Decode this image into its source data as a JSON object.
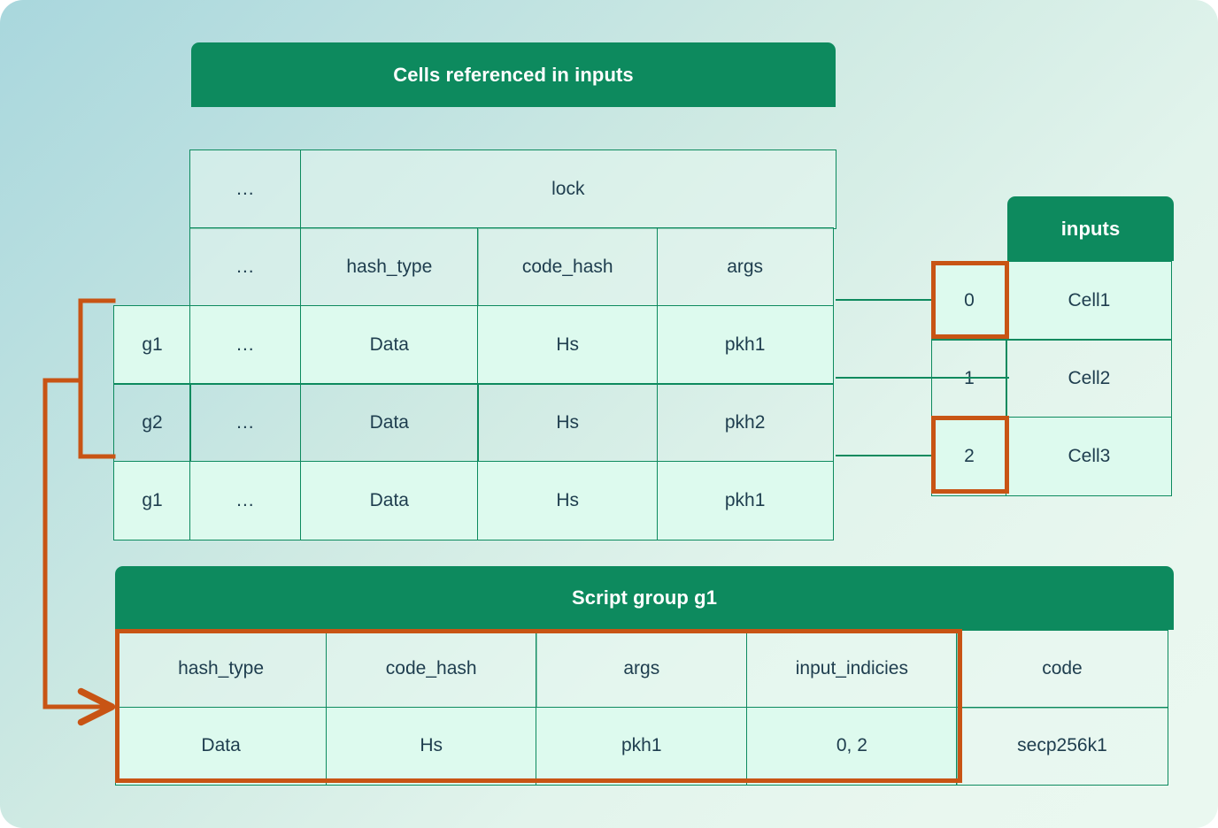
{
  "theme": {
    "header_green": "#0d8a5e",
    "border_green": "#0d8a5e",
    "highlight_orange": "#c85414",
    "text_navy": "#1e3d4e",
    "row_mint": "#ddfaee",
    "bg_gradient_from": "#a9d7dd",
    "bg_gradient_to": "#eaf8f0"
  },
  "cells_table": {
    "title": "Cells referenced in inputs",
    "group_header_row": {
      "dots": "...",
      "lock": "lock"
    },
    "column_header_row": {
      "dots": "...",
      "hash_type": "hash_type",
      "code_hash": "code_hash",
      "args": "args"
    },
    "rows": [
      {
        "group": "g1",
        "dots": "...",
        "hash_type": "Data",
        "code_hash": "Hs",
        "args": "pkh1",
        "highlighted": true
      },
      {
        "group": "g2",
        "dots": "...",
        "hash_type": "Data",
        "code_hash": "Hs",
        "args": "pkh2",
        "highlighted": false
      },
      {
        "group": "g1",
        "dots": "...",
        "hash_type": "Data",
        "code_hash": "Hs",
        "args": "pkh1",
        "highlighted": true
      }
    ]
  },
  "inputs_table": {
    "title": "inputs",
    "rows": [
      {
        "index": "0",
        "cell": "Cell1",
        "highlighted": true
      },
      {
        "index": "1",
        "cell": "Cell2",
        "highlighted": false
      },
      {
        "index": "2",
        "cell": "Cell3",
        "highlighted": true
      }
    ]
  },
  "script_group_table": {
    "title": "Script group g1",
    "columns": [
      "hash_type",
      "code_hash",
      "args",
      "input_indicies",
      "code"
    ],
    "row": [
      "Data",
      "Hs",
      "pkh1",
      "0, 2",
      "secp256k1"
    ]
  }
}
